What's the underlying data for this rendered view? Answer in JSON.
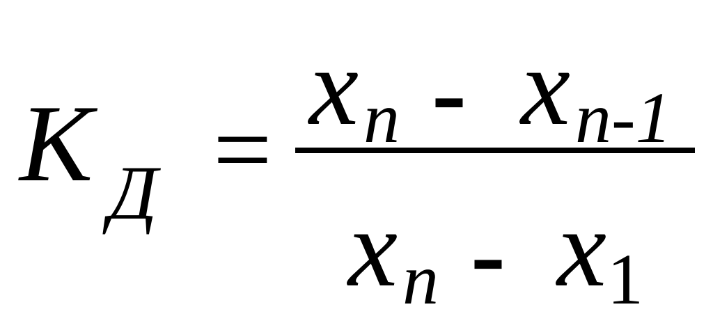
{
  "formula": {
    "lhs": {
      "symbol": "K",
      "subscript": "Д"
    },
    "equals": "=",
    "numerator": {
      "term1": {
        "symbol": "x",
        "subscript": "n"
      },
      "operator": "-",
      "term2": {
        "symbol": "x",
        "subscript": "n-1"
      }
    },
    "denominator": {
      "term1": {
        "symbol": "x",
        "subscript": "n"
      },
      "operator": "-",
      "term2": {
        "symbol": "x",
        "subscript": "1"
      }
    }
  }
}
